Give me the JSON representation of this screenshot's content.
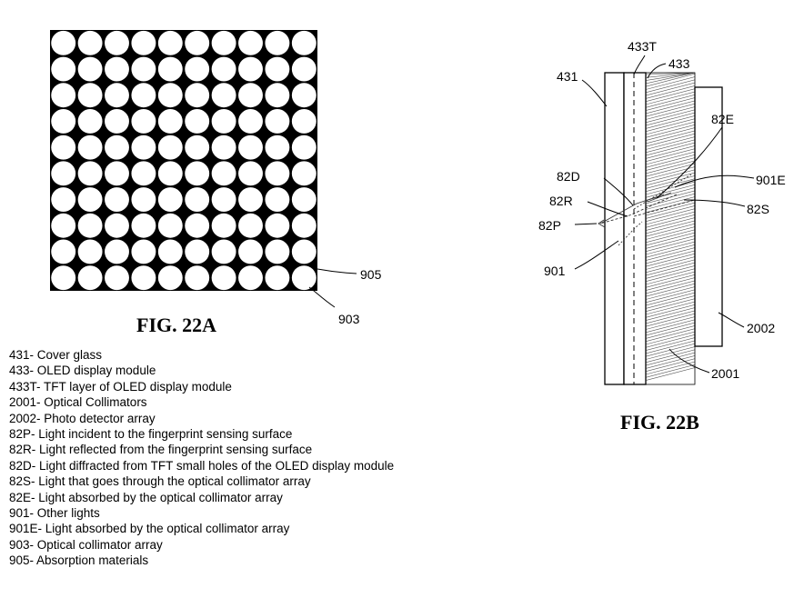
{
  "fig_a": {
    "title": "FIG. 22A",
    "labels": {
      "absorption": "905",
      "collimator": "903"
    },
    "grid": {
      "rows": 10,
      "cols": 10
    }
  },
  "fig_b": {
    "title": "FIG. 22B",
    "labels": {
      "tft": "433T",
      "cover": "431",
      "oled": "433",
      "absorbed": "82E",
      "diffracted": "82D",
      "other_absorbed": "901E",
      "reflected": "82R",
      "through": "82S",
      "incident": "82P",
      "other": "901",
      "detector": "2002",
      "collimators": "2001"
    }
  },
  "legend": [
    "431- Cover glass",
    "433- OLED display module",
    "433T- TFT layer of OLED display module",
    "2001- Optical Collimators",
    "2002- Photo detector array",
    "82P- Light incident to the fingerprint sensing surface",
    "82R- Light reflected from the fingerprint sensing surface",
    "82D- Light diffracted from TFT small holes of the OLED display module",
    "82S- Light that goes through the optical collimator array",
    "82E- Light absorbed by the optical collimator array",
    "901- Other lights",
    "901E- Light absorbed by the optical collimator array",
    "903- Optical collimator array",
    "905- Absorption materials"
  ]
}
